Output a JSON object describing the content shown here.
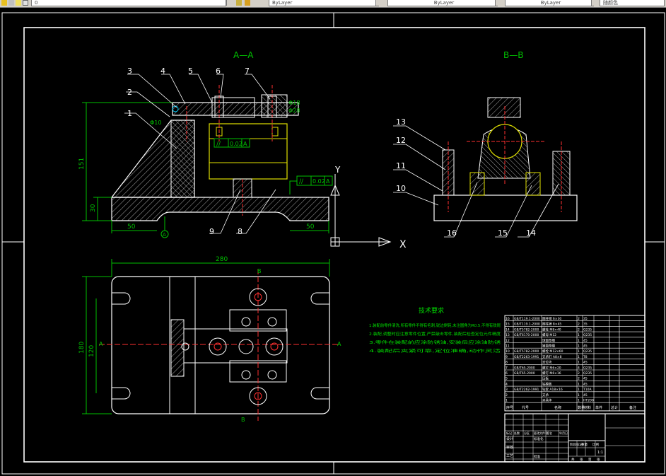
{
  "toolbar": {
    "layer_value": "0",
    "linetype_value": "ByLayer",
    "lineweight_value": "ByLayer",
    "color_value": "ByLayer",
    "plotstyle_value": "随颜色"
  },
  "drawing": {
    "section_aa": "A—A",
    "section_bb": "B—B",
    "left_part_numbers": [
      "1",
      "2",
      "3",
      "4",
      "5",
      "6",
      "7",
      "8",
      "9"
    ],
    "right_part_numbers": [
      "10",
      "11",
      "12",
      "13",
      "14",
      "15",
      "16"
    ],
    "tolerance_1": "0.02",
    "tolerance_2": "0.02",
    "datum": "A",
    "datum_marker": "A",
    "dim_151": "151",
    "dim_30": "30",
    "dim_50_left": "50",
    "dim_50_right": "50",
    "dim_280": "280",
    "dim_180": "180",
    "dim_120": "120",
    "dia_10": "Φ10",
    "dia_18": "Φ18",
    "dia_28": "Φ28",
    "axis_x": "X",
    "axis_y": "Y",
    "section_a_left": "A",
    "section_a_right": "A",
    "section_b_top": "B",
    "section_b_bottom": "B"
  },
  "notes": {
    "title": "技术要求",
    "lines": [
      "1.装配前零件清洗,所有零件不得有毛刺,锐边倒钝,未注圆角为R0.5,不得有铁屑",
      "2.装配,调整时应注意零件位置,严禁敲击零件,装配后检查定位元件精度",
      "3.零件在装配前应涂防锈油,安装后应涂油防锈",
      "4.装配后夹紧可靠,定位准确,动作灵活"
    ]
  },
  "bom": {
    "rows": [
      [
        "16",
        "GB/T119.1-2000",
        "圆柱销 6×30",
        "2",
        "35",
        "",
        ""
      ],
      [
        "15",
        "GB/T119.1-2000",
        "圆柱销 8×45",
        "2",
        "35",
        "",
        ""
      ],
      [
        "14",
        "GB/T5782-2000",
        "螺栓 M8×40",
        "2",
        "Q235",
        "",
        ""
      ],
      [
        "13",
        "GB/T6170-2000",
        "螺母 M12",
        "1",
        "Q235",
        "",
        ""
      ],
      [
        "12",
        "",
        "球面垫圈",
        "1",
        "45",
        "",
        ""
      ],
      [
        "11",
        "",
        "锥面垫圈",
        "1",
        "45",
        "",
        ""
      ],
      [
        "10",
        "GB/T5782-2000",
        "螺栓 M12×60",
        "1",
        "Q235",
        "",
        ""
      ],
      [
        "9",
        "GB/T2263-1991",
        "支承钉 A8×8",
        "1",
        "T8",
        "",
        ""
      ],
      [
        "8",
        "",
        "定位块",
        "1",
        "45",
        "",
        ""
      ],
      [
        "7",
        "GB/T65-2000",
        "螺钉 M6×20",
        "4",
        "Q235",
        "",
        ""
      ],
      [
        "6",
        "GB/T65-2000",
        "螺钉 M6×16",
        "2",
        "Q235",
        "",
        ""
      ],
      [
        "5",
        "",
        "压板",
        "2",
        "45",
        "",
        ""
      ],
      [
        "4",
        "",
        "钻模板",
        "1",
        "45",
        "",
        ""
      ],
      [
        "3",
        "GB/T2262-1991",
        "钻套 A18×16",
        "1",
        "T10A",
        "",
        ""
      ],
      [
        "2",
        "",
        "支承",
        "1",
        "45",
        "",
        ""
      ],
      [
        "1",
        "",
        "夹具体",
        "1",
        "HT200",
        "",
        ""
      ]
    ],
    "header": [
      "序号",
      "代号",
      "名称",
      "数量",
      "材料",
      "单件",
      "总计",
      "备注"
    ]
  },
  "titleblock": {
    "labels": [
      "标记",
      "处数",
      "分区",
      "更改文件号",
      "签名",
      "年月日"
    ],
    "row_labels": [
      "设计",
      "审核",
      "工艺"
    ],
    "std_label": "标准化",
    "approve_label": "批准",
    "stage_labels": [
      "阶段标记",
      "重量",
      "比例"
    ],
    "scale": "1:1",
    "sheet_labels": [
      "共",
      "张",
      "第",
      "张"
    ]
  }
}
